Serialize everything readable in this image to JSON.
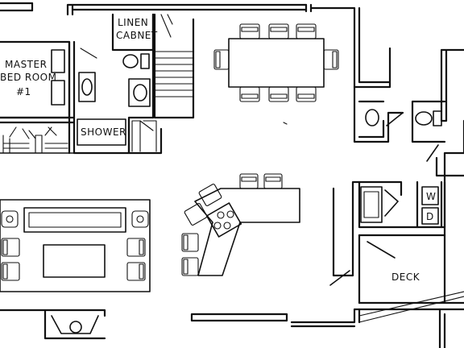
{
  "labels": {
    "master_bedroom_line1": "MASTER",
    "master_bedroom_line2": "BED ROOM",
    "master_bedroom_line3": "#1",
    "linen_line1": "LINEN",
    "linen_line2": "CABNET",
    "shower": "SHOWER",
    "deck": "DECK",
    "washer": "W",
    "dryer": "D"
  }
}
